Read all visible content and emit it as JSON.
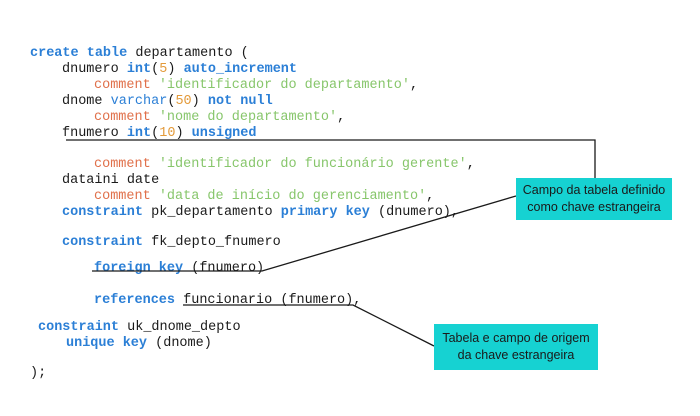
{
  "code": {
    "line1": {
      "kw1": "create",
      "kw2": "table",
      "name": "departamento",
      "paren": "("
    },
    "line2": {
      "col": "dnumero",
      "type": "int",
      "open": "(",
      "num": "5",
      "close": ")",
      "kw": "auto_increment"
    },
    "line3": {
      "kw": "comment",
      "str": "'identificador do departamento'",
      "end": ","
    },
    "line4": {
      "col": "dnome",
      "type": "varchar",
      "open": "(",
      "num": "50",
      "close": ")",
      "kw": "not null"
    },
    "line5": {
      "kw": "comment",
      "str": "'nome do departamento'",
      "end": ","
    },
    "line6": {
      "col": "fnumero",
      "type": "int",
      "open": "(",
      "num": "10",
      "close": ")",
      "kw": "unsigned"
    },
    "line7": {
      "kw": "comment",
      "str": "'identificador do funcionário gerente'",
      "end": ","
    },
    "line8": {
      "col": "dataini",
      "type": "date"
    },
    "line9": {
      "kw": "comment",
      "str": "'data de início do gerenciamento'",
      "end": ","
    },
    "line10": {
      "kw1": "constraint",
      "name": "pk_departamento",
      "kw2": "primary key",
      "rest": "(dnumero),"
    },
    "line11": {
      "kw": "constraint",
      "name": "fk_depto_fnumero"
    },
    "line12": {
      "kw": "foreign key",
      "rest": "(fnumero)"
    },
    "line13": {
      "kw": "references",
      "rest": "funcionario (fnumero),"
    },
    "line14": {
      "kw": "constraint",
      "name": "uk_dnome_depto"
    },
    "line15": {
      "kw": "unique key",
      "rest": "(dnome)"
    },
    "line16": {
      "text": ");"
    }
  },
  "callouts": {
    "foreign_field": "Campo da tabela definido como chave estrangeira",
    "origin": "Tabela e campo de origem da chave estrangeira"
  },
  "colors": {
    "keyword": "#2b7fd6",
    "number": "#e39a3a",
    "comment_keyword": "#e0704a",
    "string": "#87c66b",
    "callout_bg": "#16d2d2"
  }
}
